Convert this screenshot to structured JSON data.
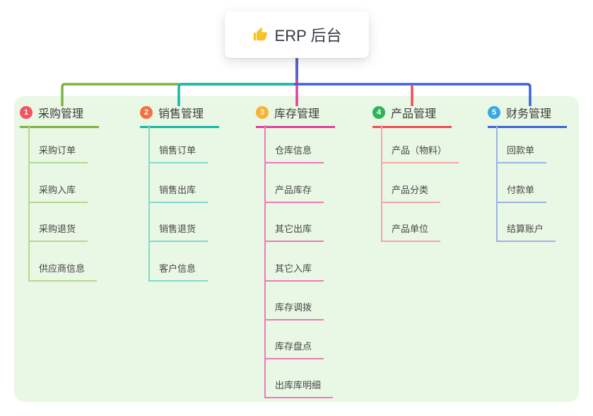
{
  "root": {
    "title": "ERP 后台",
    "icon": "thumbs-up"
  },
  "branches": [
    {
      "number": "1",
      "label": "采购管理",
      "colors": {
        "circle": "#f5535e",
        "line": "#7cb440",
        "child_line": "#b3d98e"
      },
      "children": [
        "采购订单",
        "采购入库",
        "采购退货",
        "供应商信息"
      ]
    },
    {
      "number": "2",
      "label": "销售管理",
      "colors": {
        "circle": "#f2713e",
        "line": "#16b8aa",
        "child_line": "#82d9ce"
      },
      "children": [
        "销售订单",
        "销售出库",
        "销售退货",
        "客户信息"
      ]
    },
    {
      "number": "3",
      "label": "库存管理",
      "colors": {
        "circle": "#f9b233",
        "line": "#e2409b",
        "child_line": "#ef79ba"
      },
      "children": [
        "仓库信息",
        "产品库存",
        "其它出库",
        "其它入库",
        "库存调拨",
        "库存盘点",
        "出库库明细"
      ]
    },
    {
      "number": "4",
      "label": "产品管理",
      "colors": {
        "circle": "#32b258",
        "line": "#f14c50",
        "child_line": "#f7a6a3"
      },
      "children": [
        "产品（物料）",
        "产品分类",
        "产品单位"
      ]
    },
    {
      "number": "5",
      "label": "财务管理",
      "colors": {
        "circle": "#3ba8e0",
        "line": "#3e62d9",
        "child_line": "#9db1e2"
      },
      "children": [
        "回款单",
        "付款单",
        "结算账户"
      ]
    }
  ],
  "connectors": {
    "root_stem": "#5a66c5",
    "branch_1": "#7cb440",
    "branch_2": "#16b8aa",
    "branch_3": "#e2409b",
    "branch_4": "#f14c50",
    "branch_5": "#3e62d9"
  },
  "canvas": {
    "background": "#ffffff",
    "panel_background": "#e9f7e5"
  }
}
